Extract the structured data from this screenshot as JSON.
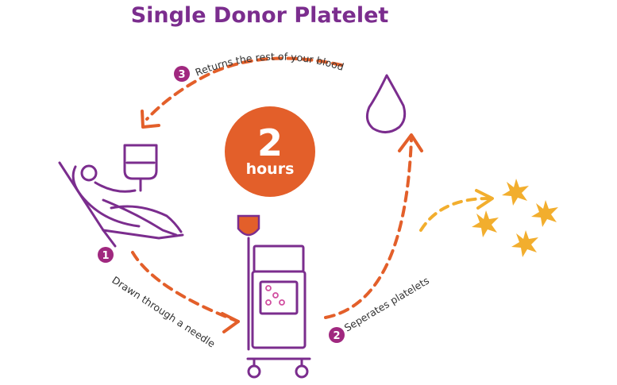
{
  "title": "Single Donor Platelet",
  "duration": {
    "value": "2",
    "unit": "hours"
  },
  "steps": [
    {
      "number": "1",
      "text": "Drawn through a needle"
    },
    {
      "number": "2",
      "text": "Seperates platelets"
    },
    {
      "number": "3",
      "text": "Returns the rest of your blood"
    }
  ],
  "colors": {
    "purple": "#7b2d8e",
    "orange": "#e35f2a",
    "gold": "#f2ae2e"
  },
  "icons": [
    "person-reclining-icon",
    "blood-bag-icon",
    "apheresis-machine-icon",
    "blood-drop-icon",
    "platelet-star-icon"
  ]
}
